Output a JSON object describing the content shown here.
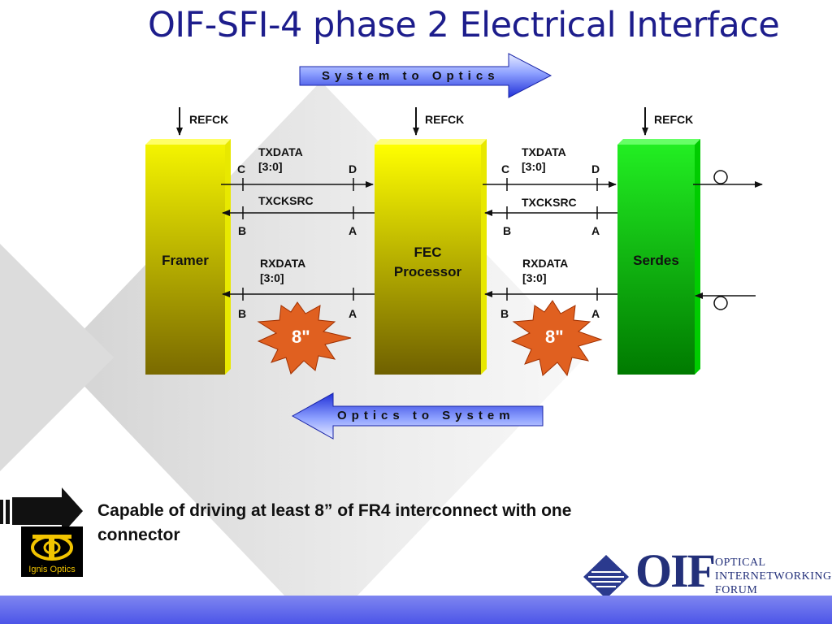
{
  "title": "OIF-SFI-4 phase 2 Electrical Interface",
  "arrows": {
    "system_to_optics": "System to Optics",
    "optics_to_system": "Optics to System"
  },
  "blocks": {
    "framer": "Framer",
    "fec_line1": "FEC",
    "fec_line2": "Processor",
    "serdes": "Serdes"
  },
  "refck": "REFCK",
  "signals": {
    "txdata_line1": "TXDATA",
    "txdata_line2": "[3:0]",
    "txcksrc": "TXCKSRC",
    "rxdata_line1": "RXDATA",
    "rxdata_line2": "[3:0]"
  },
  "pins": {
    "a": "A",
    "b": "B",
    "c": "C",
    "d": "D"
  },
  "burst_label": "8\"",
  "bullet": "Capable of driving at least 8” of FR4 interconnect with one connector",
  "logos": {
    "ignis_text": "Ignis Optics",
    "oif_word": "OIF",
    "oif_line1": "OPTICAL",
    "oif_line2": "INTERNETWORKING",
    "oif_line3": "FORUM"
  },
  "colors": {
    "title": "#1d1d8c",
    "framer_fill": "#d8d800",
    "serdes_fill": "#00b000",
    "burst_fill": "#e06020",
    "arrow_fill": "#3344dd"
  }
}
